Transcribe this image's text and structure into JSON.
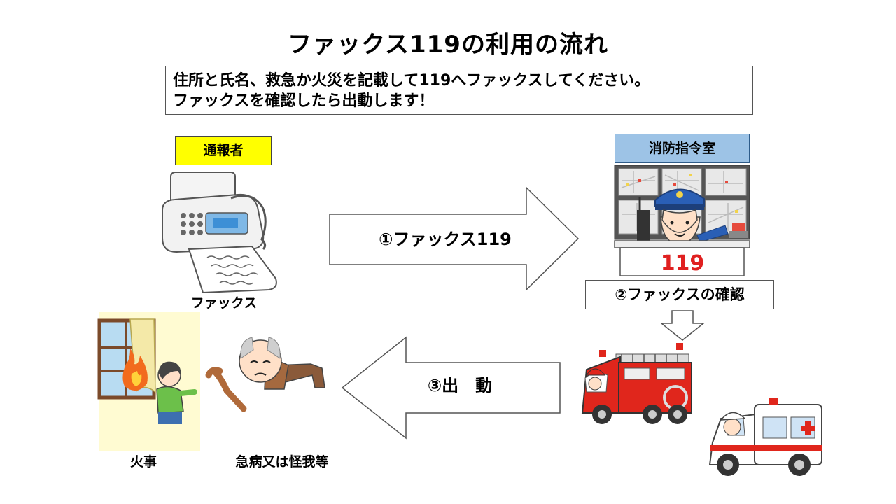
{
  "title": "ファックス119の利用の流れ",
  "instructions": {
    "line1": "住所と氏名、救急か火災を記載して119へファックスしてください。",
    "line2": "ファックスを確認したら出動します！"
  },
  "labels": {
    "reporter": "通報者",
    "command_room": "消防指令室",
    "fax": "ファックス",
    "fire": "火事",
    "illness": "急病又は怪我等"
  },
  "steps": {
    "step1": "①ファックス119",
    "step2": "②ファックスの確認",
    "step3": "③出　動"
  },
  "desk_number": "119"
}
